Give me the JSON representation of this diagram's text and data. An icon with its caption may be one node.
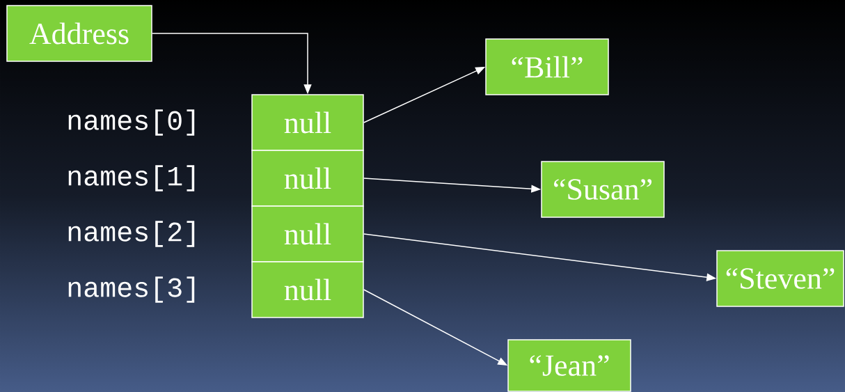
{
  "diagram": {
    "nodes": [
      {
        "text": [
          "Address"
        ]
      },
      {
        "text": [
          "null"
        ]
      },
      {
        "text": [
          "null"
        ]
      },
      {
        "text": [
          "null"
        ]
      },
      {
        "text": [
          "null"
        ]
      },
      {
        "text": [
          "“Bill”"
        ]
      },
      {
        "text": [
          "“Susan”"
        ]
      },
      {
        "text": [
          "“Steven”"
        ]
      },
      {
        "text": [
          "“Jean”"
        ]
      }
    ],
    "edges": [
      {
        "from": 0,
        "to": 1,
        "arrow": "to"
      },
      {
        "from": 1,
        "to": 5,
        "arrow": "to"
      },
      {
        "from": 2,
        "to": 6,
        "arrow": "to"
      },
      {
        "from": 3,
        "to": 7,
        "arrow": "to"
      },
      {
        "from": 4,
        "to": 8,
        "arrow": "to"
      }
    ],
    "labels": [
      "names[0]",
      "names[1]",
      "names[2]",
      "names[3]"
    ]
  }
}
